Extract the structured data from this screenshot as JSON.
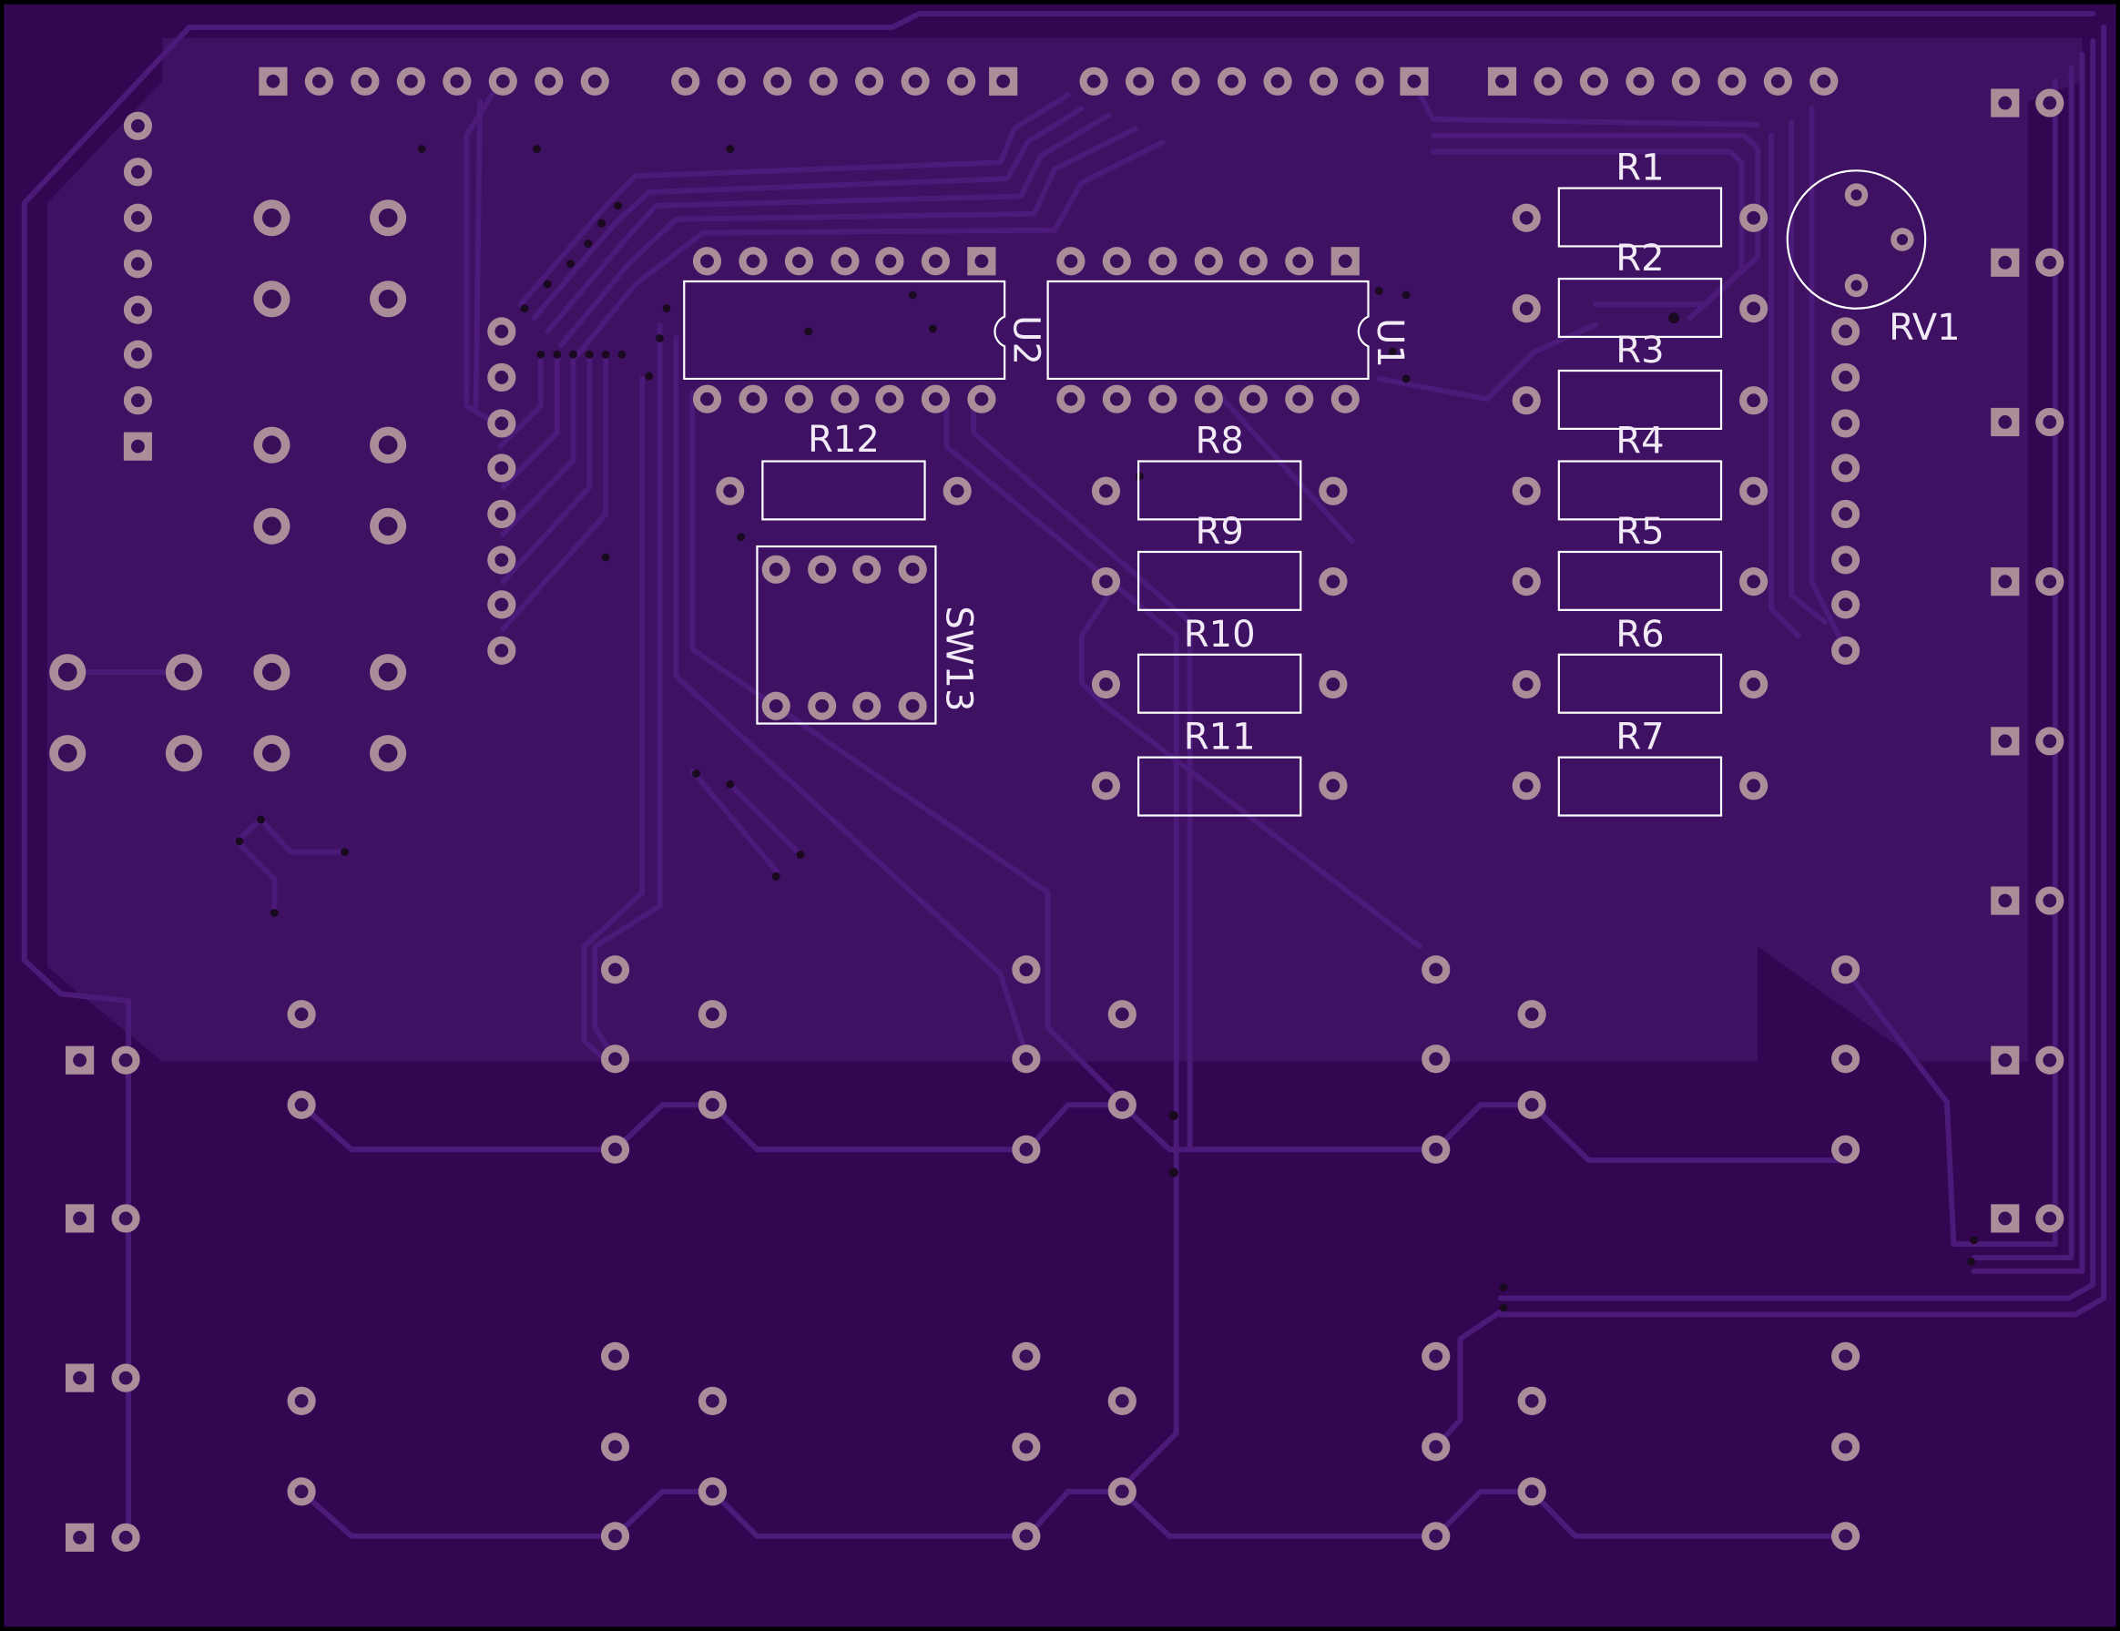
{
  "board": {
    "colors": {
      "substrate": "#330652",
      "copper_pour": "#3e1163",
      "trace": "#4c1a78",
      "pad_ring": "#a98e9a",
      "pad_hole": "#3a0f5a",
      "silkscreen": "#ffffff",
      "frame": "#000000"
    }
  },
  "components": {
    "u1": {
      "label": "U1",
      "type": "DIP-14"
    },
    "u2": {
      "label": "U2",
      "type": "DIP-14"
    },
    "sw13": {
      "label": "SW13",
      "type": "DIP-8 switch"
    },
    "rv1": {
      "label": "RV1",
      "type": "trimmer potentiometer"
    },
    "resistors": [
      {
        "label": "R1"
      },
      {
        "label": "R2"
      },
      {
        "label": "R3"
      },
      {
        "label": "R4"
      },
      {
        "label": "R5"
      },
      {
        "label": "R6"
      },
      {
        "label": "R7"
      },
      {
        "label": "R8"
      },
      {
        "label": "R9"
      },
      {
        "label": "R10"
      },
      {
        "label": "R11"
      },
      {
        "label": "R12"
      }
    ]
  }
}
